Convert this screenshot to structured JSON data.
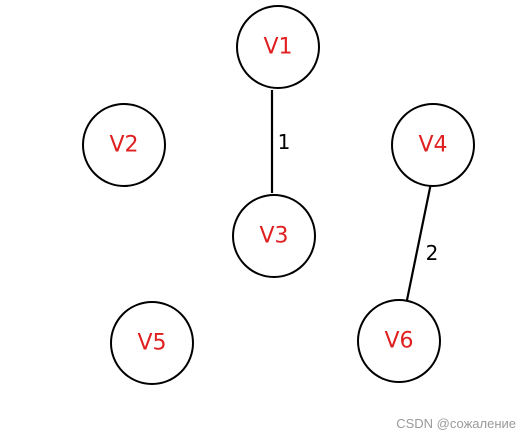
{
  "graph": {
    "nodes": [
      {
        "id": "V1",
        "label": "V1"
      },
      {
        "id": "V2",
        "label": "V2"
      },
      {
        "id": "V3",
        "label": "V3"
      },
      {
        "id": "V4",
        "label": "V4"
      },
      {
        "id": "V5",
        "label": "V5"
      },
      {
        "id": "V6",
        "label": "V6"
      }
    ],
    "edges": [
      {
        "from": "V1",
        "to": "V3",
        "weight": "1"
      },
      {
        "from": "V4",
        "to": "V6",
        "weight": "2"
      }
    ],
    "colors": {
      "node_label": "#e02020",
      "node_stroke": "#000000",
      "edge": "#000000",
      "edge_label": "#000000"
    }
  },
  "watermark": {
    "text": "CSDN @сожаление"
  }
}
